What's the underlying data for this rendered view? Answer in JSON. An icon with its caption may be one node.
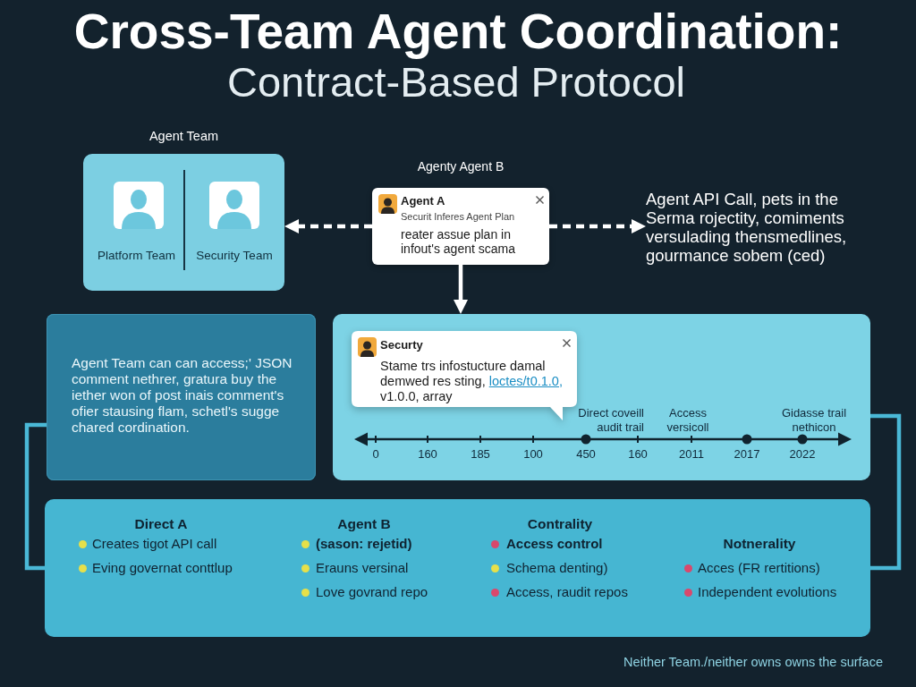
{
  "diagram": {
    "title": "Cross-Team Agent Coordination:",
    "caption": "Neither Team./neither owns owns the surface",
    "nodes": [
      {
        "text": [
          "Agent Team"
        ]
      },
      {
        "text": [
          "Platform Team"
        ],
        "in": 0
      },
      {
        "text": [
          "Security Team"
        ],
        "in": 0
      },
      {
        "text": [
          "Agenty Agent B",
          "Agent A",
          "Securit Inferes Agent Plan",
          "reater assue plan in infout's agent scama"
        ]
      },
      {
        "text": [
          "Agent API Call, pets in the Serma rojectity, comiments versulading thensmedlines, gourmance sobem (ced)"
        ]
      },
      {
        "text": [
          "Agent Team can can access;' JSON comment nethrer, gratura buy the iether won of post inais comment's ofier stausing flam, schetl's sugge chared cordination."
        ]
      },
      {
        "text": [
          "Direct coveill audit trail",
          "Access versicoll",
          "Gidasse trail nethicon",
          "0",
          "160",
          "185",
          "100",
          "450",
          "160",
          "2011",
          "2017",
          "2022"
        ]
      },
      {
        "text": [
          "Securty",
          "Stame trs infostucture damal demwed res sting,",
          "loctes/t0.1.0,",
          "v1.0.0, array"
        ],
        "in": 6
      },
      {
        "text": [
          "Direct A",
          "Creates tigot API call",
          "Eving governat conttlup",
          "Agent B",
          "(sason: rejetid)",
          "Erauns versinal",
          "Love govrand repo",
          "Contrality",
          "Access control",
          "Schema denting)",
          "Access, raudit repos",
          "Notnerality",
          "Acces (FR rertitions)",
          "Independent evolutions"
        ]
      }
    ],
    "edges": [
      {
        "from": 3,
        "to": 0,
        "arrow": "to",
        "style": "dashed"
      },
      {
        "from": 3,
        "to": 4,
        "arrow": "to",
        "style": "dashed"
      },
      {
        "from": 3,
        "to": 6,
        "arrow": "to"
      },
      {
        "from": 5,
        "to": 8,
        "arrow": "none",
        "color": "#4ab8d6"
      },
      {
        "from": 6,
        "to": 8,
        "arrow": "none",
        "color": "#4ab8d6"
      }
    ],
    "labels": [
      "Contract-Based Protocol"
    ]
  }
}
